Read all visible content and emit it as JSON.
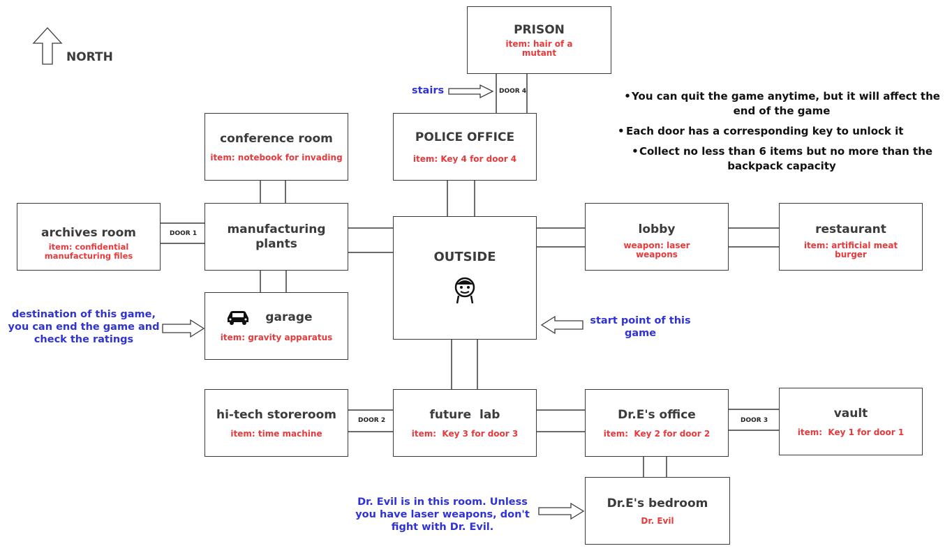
{
  "compass": {
    "label": "NORTH"
  },
  "rooms": {
    "prison": {
      "name": "PRISON",
      "item": "item: hair of a mutant"
    },
    "police_office": {
      "name": "POLICE OFFICE",
      "item": "item: Key 4 for door 4"
    },
    "conference_room": {
      "name": "conference room",
      "item": "item: notebook for invading"
    },
    "archives_room": {
      "name": "archives room",
      "item": "item: confidential manufacturing files"
    },
    "manufacturing_plants": {
      "name": "manufacturing plants"
    },
    "outside": {
      "name": "OUTSIDE"
    },
    "lobby": {
      "name": "lobby",
      "item": "weapon: laser weapons"
    },
    "restaurant": {
      "name": "restaurant",
      "item": "item: artificial meat burger"
    },
    "garage": {
      "name": "garage",
      "item": "item: gravity apparatus"
    },
    "hitech_storeroom": {
      "name": "hi-tech storeroom",
      "item": "item: time machine"
    },
    "future_lab": {
      "name": "future  lab",
      "item": "item:  Key 3 for door 3"
    },
    "dre_office": {
      "name": "Dr.E's office",
      "item": "item:  Key 2 for door 2"
    },
    "vault": {
      "name": "vault",
      "item": "item:  Key 1 for door 1"
    },
    "dre_bedroom": {
      "name": "Dr.E's bedroom",
      "item": "Dr. Evil"
    }
  },
  "doors": {
    "door1": "DOOR 1",
    "door2": "DOOR 2",
    "door3": "DOOR 3",
    "door4": "DOOR 4"
  },
  "notes": {
    "stairs": "stairs",
    "destination": "destination of this game, you can end the game and check the ratings",
    "start": "start point of this game",
    "dr_evil": "Dr. Evil is in this room. Unless you have laser weapons, don't fight with Dr. Evil."
  },
  "rules": [
    "You can quit the game anytime, but it will affect  the end of the game",
    "Each door has a corresponding key to unlock it",
    "Collect no less than 6 items but no more than the backpack capacity"
  ],
  "colors": {
    "room_name": "#3b3b3b",
    "item": "#e8393b",
    "note": "#2f33d6",
    "border": "#3a3a3a"
  },
  "icons": {
    "compass": "up-arrow-icon",
    "player": "player-face-icon",
    "garage": "car-icon"
  }
}
